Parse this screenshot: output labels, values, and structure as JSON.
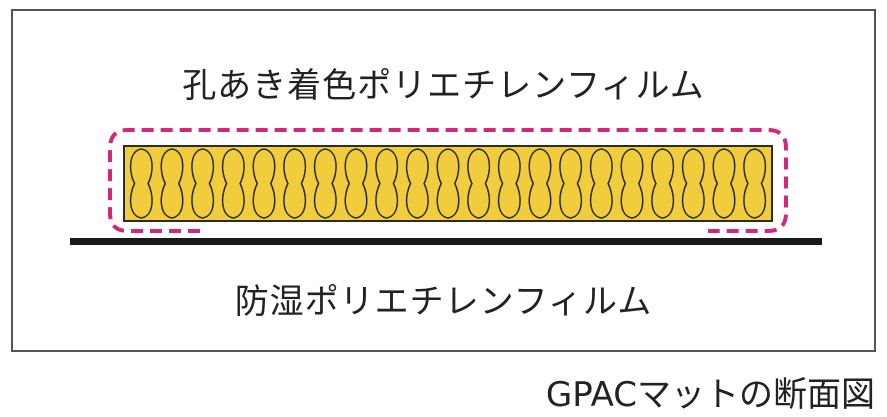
{
  "labels": {
    "top_film": "孔あき着色ポリエチレンフィルム",
    "bottom_film": "防湿ポリエチレンフィルム",
    "caption": "GPACマットの断面図"
  },
  "colors": {
    "frame": "#555555",
    "perforated_film": "#d1287c",
    "insulation_fill": "#f1cc3c",
    "insulation_stroke": "#2b2b2b",
    "moisture_barrier": "#1a1a1a",
    "text": "#222222"
  },
  "insulation": {
    "fiber_count": 21
  }
}
